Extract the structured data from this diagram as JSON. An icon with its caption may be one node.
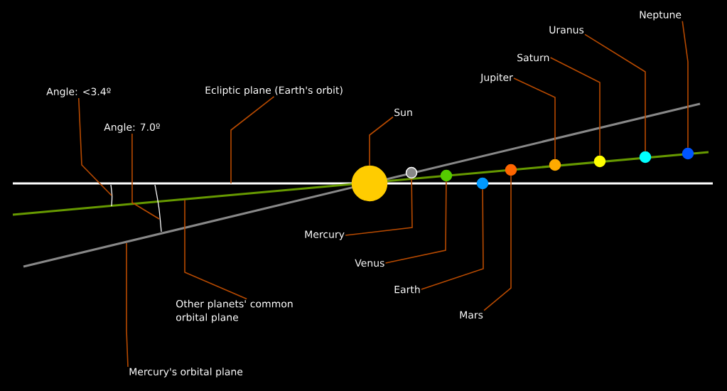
{
  "diagram": {
    "nodes": [
      {
        "text": [
          "Neptune"
        ]
      },
      {
        "text": [
          "Uranus"
        ]
      },
      {
        "text": [
          "Saturn"
        ]
      },
      {
        "text": [
          "Jupiter"
        ]
      },
      {
        "text": [
          "Angle: <3.4º"
        ]
      },
      {
        "text": [
          "Ecliptic plane (Earth's orbit)"
        ]
      },
      {
        "text": [
          "Sun"
        ]
      },
      {
        "text": [
          "Angle: 7.0º"
        ]
      },
      {
        "text": [
          "Mercury"
        ]
      },
      {
        "text": [
          "Venus"
        ]
      },
      {
        "text": [
          "Earth"
        ]
      },
      {
        "text": [
          "Other planets' common orbital plane"
        ]
      },
      {
        "text": [
          "Mars"
        ]
      },
      {
        "text": [
          "Mercury's orbital plane"
        ]
      },
      {
        "text": [],
        "shape": "circle"
      },
      {
        "text": [],
        "shape": "circle"
      },
      {
        "text": [],
        "shape": "circle"
      },
      {
        "text": [],
        "shape": "circle"
      },
      {
        "text": [],
        "shape": "circle"
      },
      {
        "text": [],
        "shape": "circle"
      },
      {
        "text": [],
        "shape": "circle"
      },
      {
        "text": [],
        "shape": "circle"
      },
      {
        "text": [],
        "shape": "circle"
      }
    ],
    "edges": [
      {
        "from": 0,
        "to": 22,
        "arrow": "none"
      },
      {
        "from": 1,
        "to": 21,
        "arrow": "none"
      },
      {
        "from": 2,
        "to": 20,
        "arrow": "none"
      },
      {
        "from": 3,
        "to": 19,
        "arrow": "none"
      },
      {
        "from": 4,
        "to": null,
        "arrow": "none"
      },
      {
        "from": 5,
        "to": null,
        "arrow": "none"
      },
      {
        "from": 6,
        "to": 14,
        "arrow": "none"
      },
      {
        "from": 7,
        "to": null,
        "arrow": "none"
      },
      {
        "from": 8,
        "to": 15,
        "arrow": "none"
      },
      {
        "from": 9,
        "to": 16,
        "arrow": "none"
      },
      {
        "from": 10,
        "to": 17,
        "arrow": "none"
      },
      {
        "from": 11,
        "to": null,
        "arrow": "none"
      },
      {
        "from": 12,
        "to": 18,
        "arrow": "none"
      },
      {
        "from": 13,
        "to": null,
        "arrow": "none"
      }
    ]
  }
}
